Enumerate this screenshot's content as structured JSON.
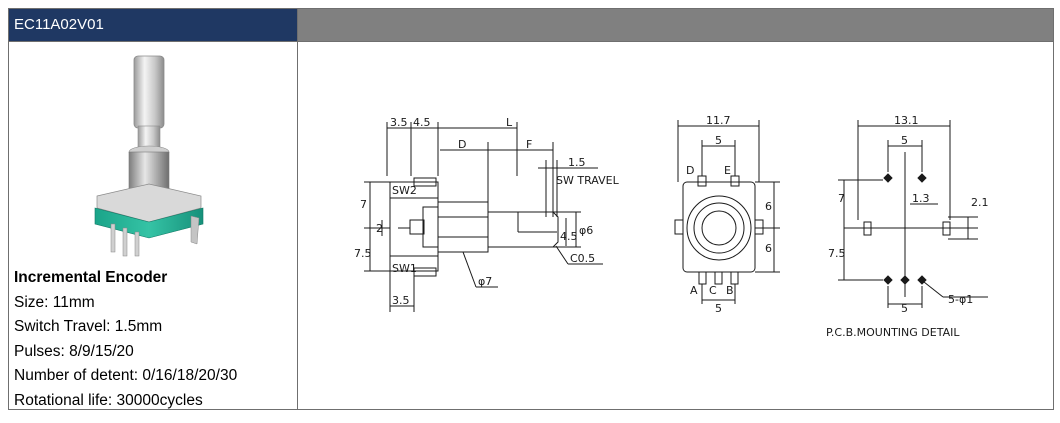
{
  "header": {
    "model": "EC11A02V01"
  },
  "specs": {
    "title": "Incremental Encoder",
    "lines": [
      "Size: 11mm",
      "Switch Travel: 1.5mm",
      "Pulses: 8/9/15/20",
      "Number of detent: 0/16/18/20/30",
      "Rotational life: 30000cycles"
    ]
  },
  "drawing": {
    "side": {
      "dim_3_5_top": "3.5",
      "dim_4_5": "4.5",
      "dim_L": "L",
      "dim_D": "D",
      "dim_F": "F",
      "dim_1_5": "1.5",
      "sw_travel": "SW TRAVEL",
      "sw2": "SW2",
      "sw1": "SW1",
      "dim_7": "7",
      "dim_2": "2",
      "dim_7_5": "7.5",
      "dim_4_5v": "4.5",
      "dim_phi6": "φ6",
      "dim_c0_5": "C0.5",
      "dim_phi7": "φ7",
      "dim_3_5_bottom": "3.5"
    },
    "front": {
      "dim_11_7": "11.7",
      "dim_5_top": "5",
      "label_D": "D",
      "label_E": "E",
      "dim_6_upper": "6",
      "dim_6_lower": "6",
      "label_A": "A",
      "label_C": "C",
      "label_B": "B",
      "dim_5_bottom": "5"
    },
    "pcb": {
      "dim_13_1": "13.1",
      "dim_5_top": "5",
      "dim_7": "7",
      "dim_1_3": "1.3",
      "dim_2_1": "2.1",
      "dim_7_5": "7.5",
      "dim_5_bottom": "5",
      "dim_holes": "5-φ1",
      "caption": "P.C.B.MOUNTING DETAIL"
    }
  }
}
